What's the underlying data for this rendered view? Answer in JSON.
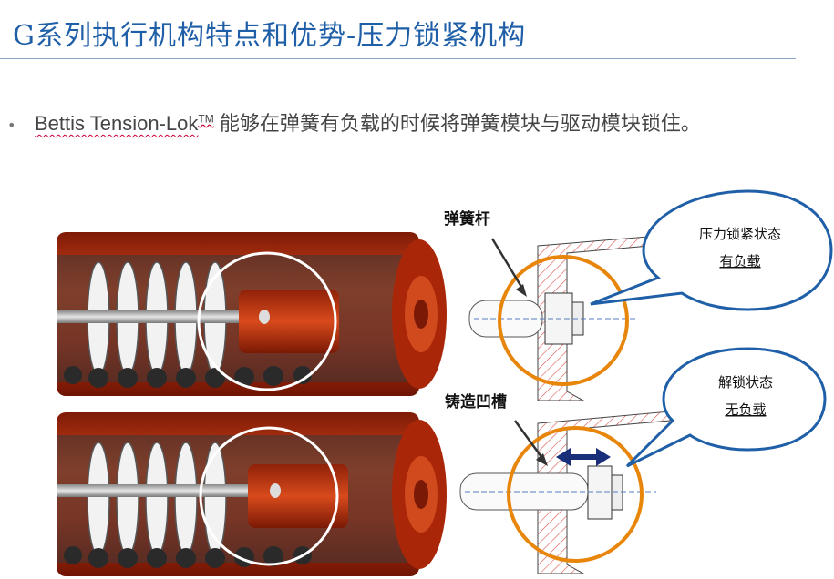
{
  "slide": {
    "title": "G系列执行机构特点和优势-压力锁紧机构",
    "bullet": {
      "prefix": "Bettis Tension-Lok",
      "trademark": "TM",
      "suffix": " 能够在弹簧有负载的时候将弹簧模块与驱动模块锁住。"
    }
  },
  "figure": {
    "label_spring_rod": "弹簧杆",
    "label_cast_groove": "铸造凹槽",
    "callout_locked": {
      "line1": "压力锁紧状态",
      "line2": "有负载"
    },
    "callout_unlocked": {
      "line1": "解锁状态",
      "line2": "无负载"
    }
  },
  "colors": {
    "title": "#1f5fa8",
    "cylinder_red": "#c0310f",
    "spring_white": "#f2f2f2",
    "circle_orange": "#e8860c",
    "callout_blue": "#1f5fa8",
    "arrow_navy": "#1a2f7a"
  }
}
